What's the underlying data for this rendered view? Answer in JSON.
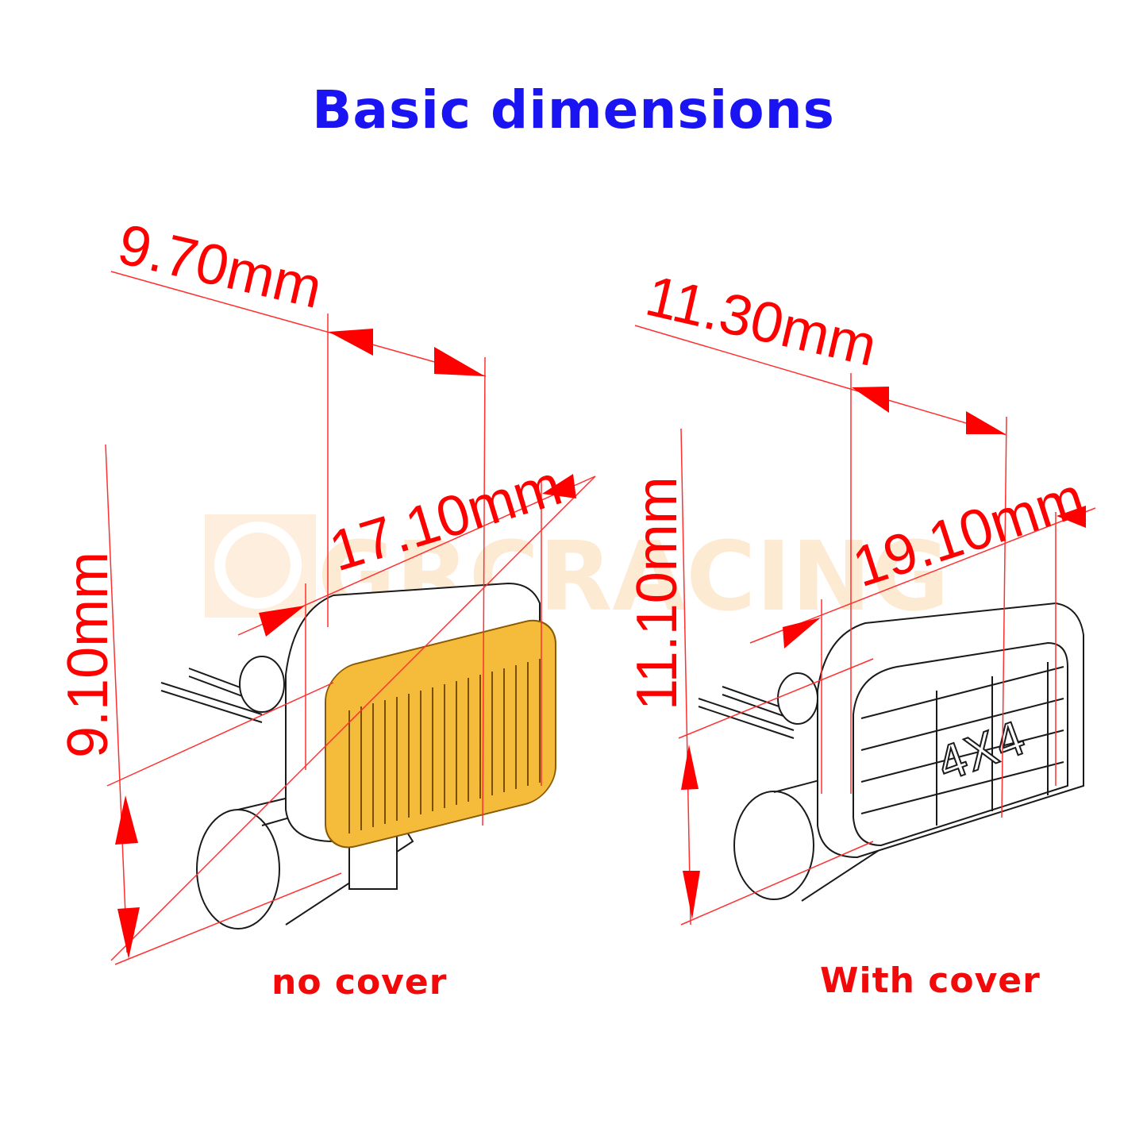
{
  "title": "Basic dimensions",
  "watermark": "GRCRACING",
  "colors": {
    "title": "#1a14f2",
    "dimension": "#ff0000",
    "lens_amber": "#f5bc3c",
    "outline": "#1a1a1a",
    "watermark": "#fcd9b0"
  },
  "left_view": {
    "caption": "no cover",
    "dims": {
      "depth": "9.70mm",
      "width": "17.10mm",
      "height": "9.10mm"
    }
  },
  "right_view": {
    "caption": "With cover",
    "cover_emblem": "4X4",
    "dims": {
      "depth": "11.30mm",
      "width": "19.10mm",
      "height": "11.10mm"
    }
  }
}
